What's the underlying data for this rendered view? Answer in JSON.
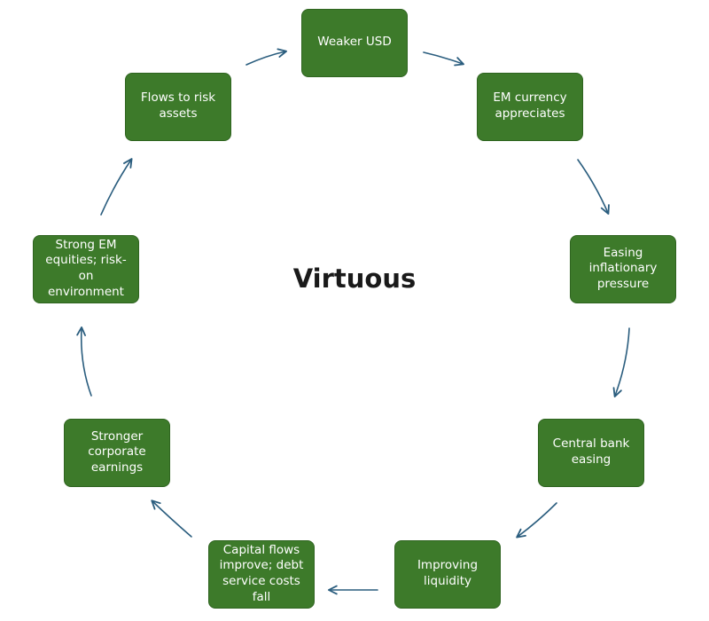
{
  "diagram": {
    "center_label": "Virtuous",
    "colors": {
      "node_fill": "#3d7a2a",
      "node_border": "#2f6420",
      "node_text": "#ffffff",
      "arrow": "#2a5d7e",
      "title": "#1a1a1a"
    },
    "nodes": [
      {
        "id": "weaker-usd",
        "label": "Weaker USD"
      },
      {
        "id": "em-currency-appreciates",
        "label": "EM currency\nappreciates"
      },
      {
        "id": "easing-inflationary-pressure",
        "label": "Easing\ninflationary\npressure"
      },
      {
        "id": "central-bank-easing",
        "label": "Central bank\neasing"
      },
      {
        "id": "improving-liquidity",
        "label": "Improving\nliquidity"
      },
      {
        "id": "capital-flows-improve",
        "label": "Capital flows\nimprove; debt\nservice costs\nfall"
      },
      {
        "id": "stronger-corporate-earnings",
        "label": "Stronger\ncorporate\nearnings"
      },
      {
        "id": "strong-em-equities",
        "label": "Strong EM\nequities; risk-on\nenvironment"
      },
      {
        "id": "flows-to-risk-assets",
        "label": "Flows to risk\nassets"
      }
    ],
    "edges": [
      {
        "from": "weaker-usd",
        "to": "em-currency-appreciates"
      },
      {
        "from": "em-currency-appreciates",
        "to": "easing-inflationary-pressure"
      },
      {
        "from": "easing-inflationary-pressure",
        "to": "central-bank-easing"
      },
      {
        "from": "central-bank-easing",
        "to": "improving-liquidity"
      },
      {
        "from": "improving-liquidity",
        "to": "capital-flows-improve"
      },
      {
        "from": "capital-flows-improve",
        "to": "stronger-corporate-earnings"
      },
      {
        "from": "stronger-corporate-earnings",
        "to": "strong-em-equities"
      },
      {
        "from": "strong-em-equities",
        "to": "flows-to-risk-assets"
      },
      {
        "from": "flows-to-risk-assets",
        "to": "weaker-usd"
      }
    ]
  }
}
